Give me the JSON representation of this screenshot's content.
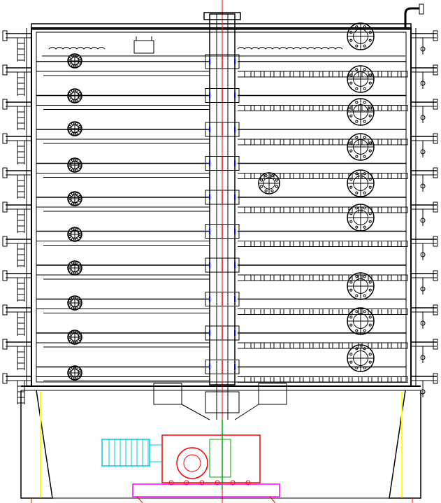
{
  "drawing": {
    "tray_count": 10,
    "colors": {
      "line": "#000000",
      "centerline": "#ff0000",
      "motor": "#00ccdd",
      "gearbox": "#ff0000",
      "support": "#ffff00",
      "shaft_detail": "#0000ff",
      "coupling": "#00aa00",
      "base": "#ff00ff"
    },
    "components": [
      "vessel-shell",
      "tray-stack",
      "central-shaft",
      "manway-flanges",
      "side-nozzles",
      "lid",
      "top-pipe",
      "support-legs",
      "drive-motor",
      "gearbox",
      "base-frame"
    ]
  }
}
